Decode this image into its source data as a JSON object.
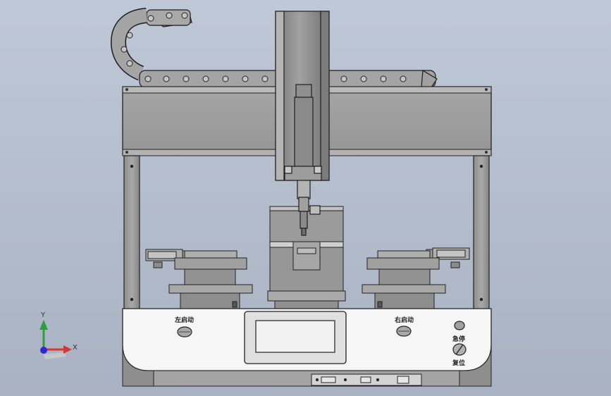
{
  "panel": {
    "left_start_label": "左启动",
    "right_start_label": "右启动",
    "emergency_stop_label": "急停",
    "reset_label": "复位"
  },
  "axes": {
    "y_label": "Y",
    "x_label": "X"
  },
  "colors": {
    "background": "#b8c1cf",
    "steel": "#9a9a9a",
    "panel_white": "#f6f6f6",
    "outline": "#222222",
    "axis_y": "#2e9e3a",
    "axis_x": "#d23a3a",
    "axis_z": "#2a2ad6"
  }
}
